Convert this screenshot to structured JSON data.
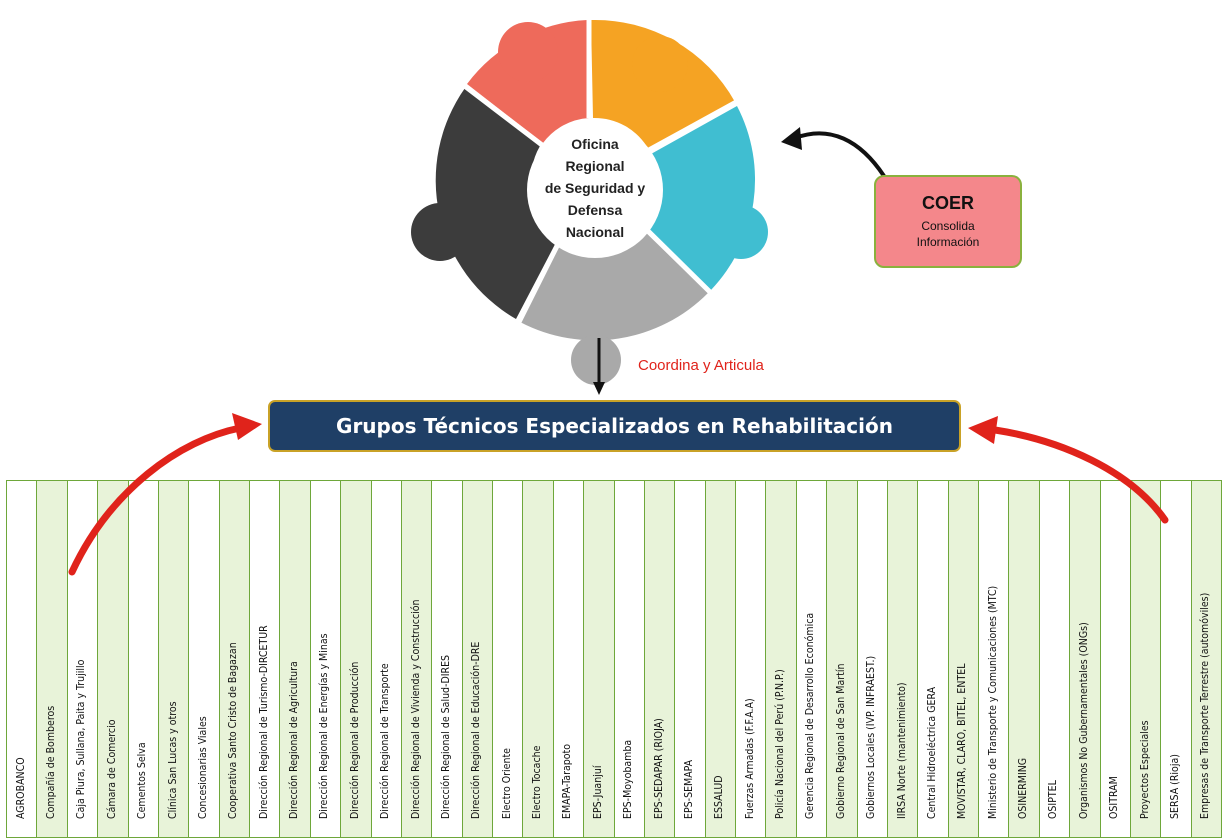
{
  "center": {
    "lines": [
      "Oficina",
      "Regional",
      "de Seguridad y",
      "Defensa",
      "Nacional"
    ]
  },
  "coer": {
    "title": "COER",
    "subtitle": "Consolida Información"
  },
  "coordina_label": "Coordina y Articula",
  "header": "Grupos Técnicos Especializados en Rehabilitación",
  "organizations": [
    "AGROBANCO",
    "Compañía de Bomberos",
    "Caja Piura, Sullana, Paita y Trujillo",
    "Cámara de Comercio",
    "Cementos Selva",
    "Clínica San Lucas y otros",
    "Concesionarias Viales",
    "Cooperativa Santo Cristo de Bagazan",
    "Dirección Regional de Turismo-DIRCETUR",
    "Dirección Regional de Agricultura",
    "Dirección Regional de Energías y Minas",
    "Dirección Regional de Producción",
    "Dirección Regional de Transporte",
    "Dirección Regional de Vivienda y Construcción",
    "Dirección Regional de Salud-DIRES",
    "Dirección Regional de Educación-DRE",
    "Electro Oriente",
    "Electro Tocache",
    "EMAPA-Tarapoto",
    "EPS-Juanjuí",
    "EPS-Moyobamba",
    "EPS-SEDAPAR (RIOJA)",
    "EPS-SEMAPA",
    "ESSALUD",
    "Fuerzas Armadas (F.F.A.A)",
    "Policía Nacional del Perú (P.N.P.)",
    "Gerencia Regional de Desarrollo Económica",
    "Gobierno Regional de San Martín",
    "Gobiernos Locales (IVP. INFRAEST.)",
    "IIRSA Norte (mantenimiento)",
    "Central Hidroeléctrica GERA",
    "MOVISTAR, CLARO, BITEL, ENTEL",
    "Ministerio de Transporte y Comunicaciones (MTC)",
    "OSINERMING",
    "OSIPTEL",
    "Organismos No Gubernamentales (ONGs)",
    "OSITRAM",
    "Proyectos Especiales",
    "SERSA (Rioja)",
    "Empresas de Transporte Terrestre (automóviles)"
  ],
  "colors": {
    "puzzle_red": "#ee6a5b",
    "puzzle_orange": "#f5a323",
    "puzzle_cyan": "#40bed1",
    "puzzle_gray": "#a9a9a9",
    "puzzle_dark": "#3c3c3c",
    "header_bg": "#1f3f66",
    "header_border": "#c9a227",
    "coer_bg": "#f4878b",
    "column_border": "#6ea73a",
    "column_shade": "#e8f3d9",
    "arrow_red": "#e0231b"
  }
}
